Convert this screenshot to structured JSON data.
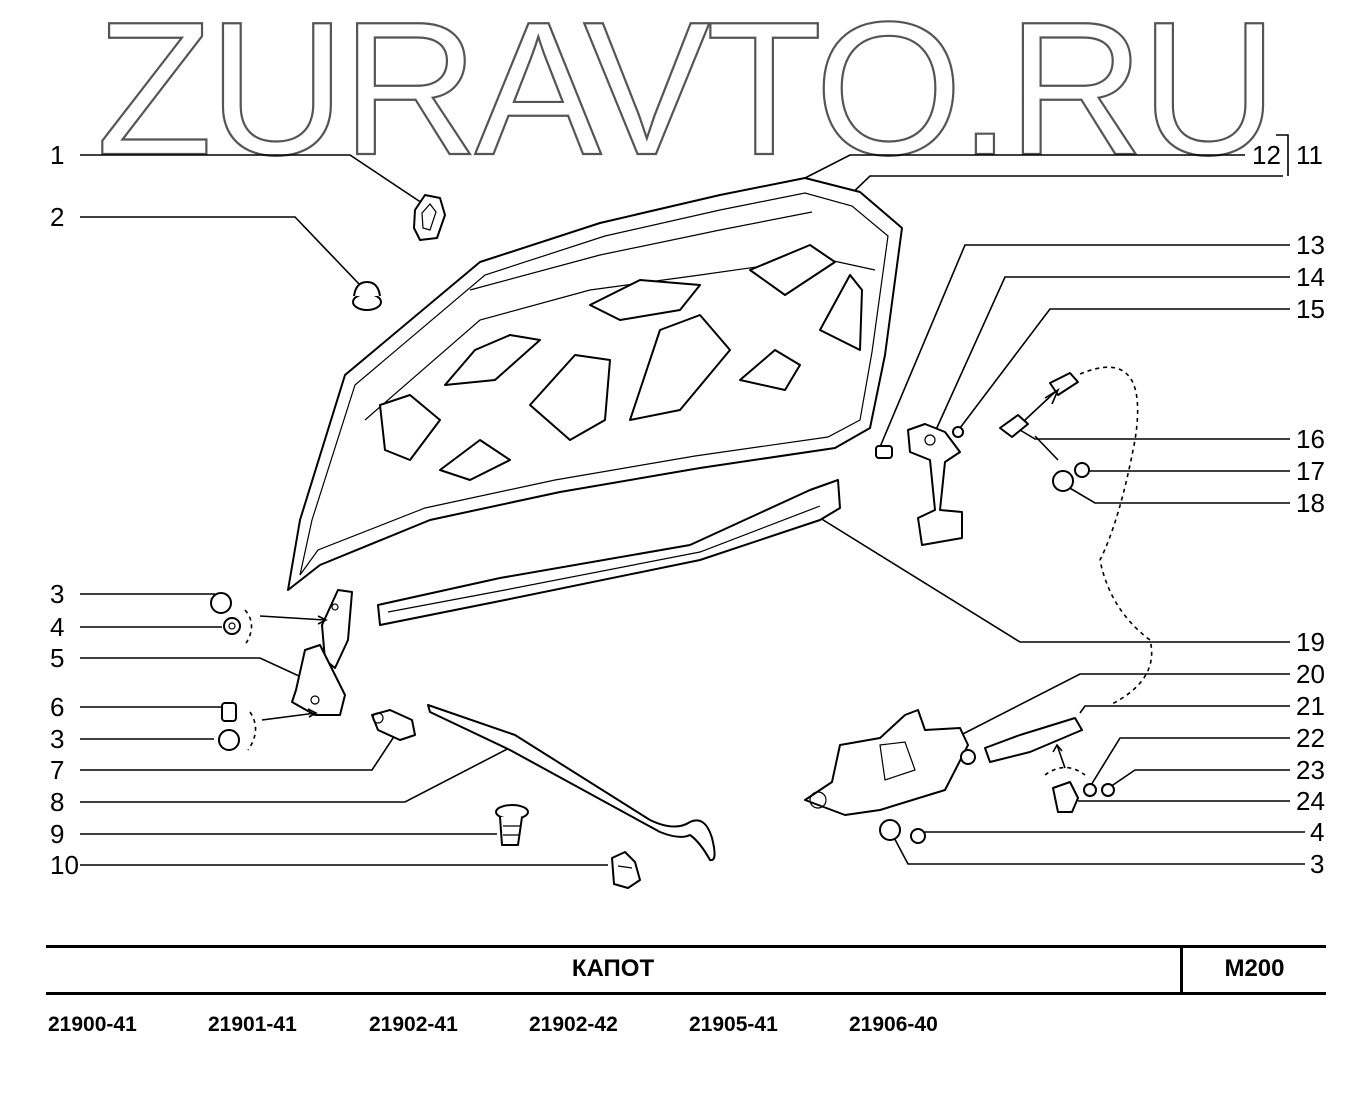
{
  "watermark": "ZURAVTO.RU",
  "title": "КАПОТ",
  "section_code": "M200",
  "models": [
    "21900-41",
    "21901-41",
    "21902-41",
    "21902-42",
    "21905-41",
    "21906-40"
  ],
  "callouts_left": [
    "1",
    "2",
    "3",
    "4",
    "5",
    "6",
    "3",
    "7",
    "8",
    "9",
    "10"
  ],
  "callouts_right": [
    "12",
    "11",
    "13",
    "14",
    "15",
    "16",
    "17",
    "18",
    "19",
    "20",
    "21",
    "22",
    "23",
    "24",
    "4",
    "3"
  ]
}
